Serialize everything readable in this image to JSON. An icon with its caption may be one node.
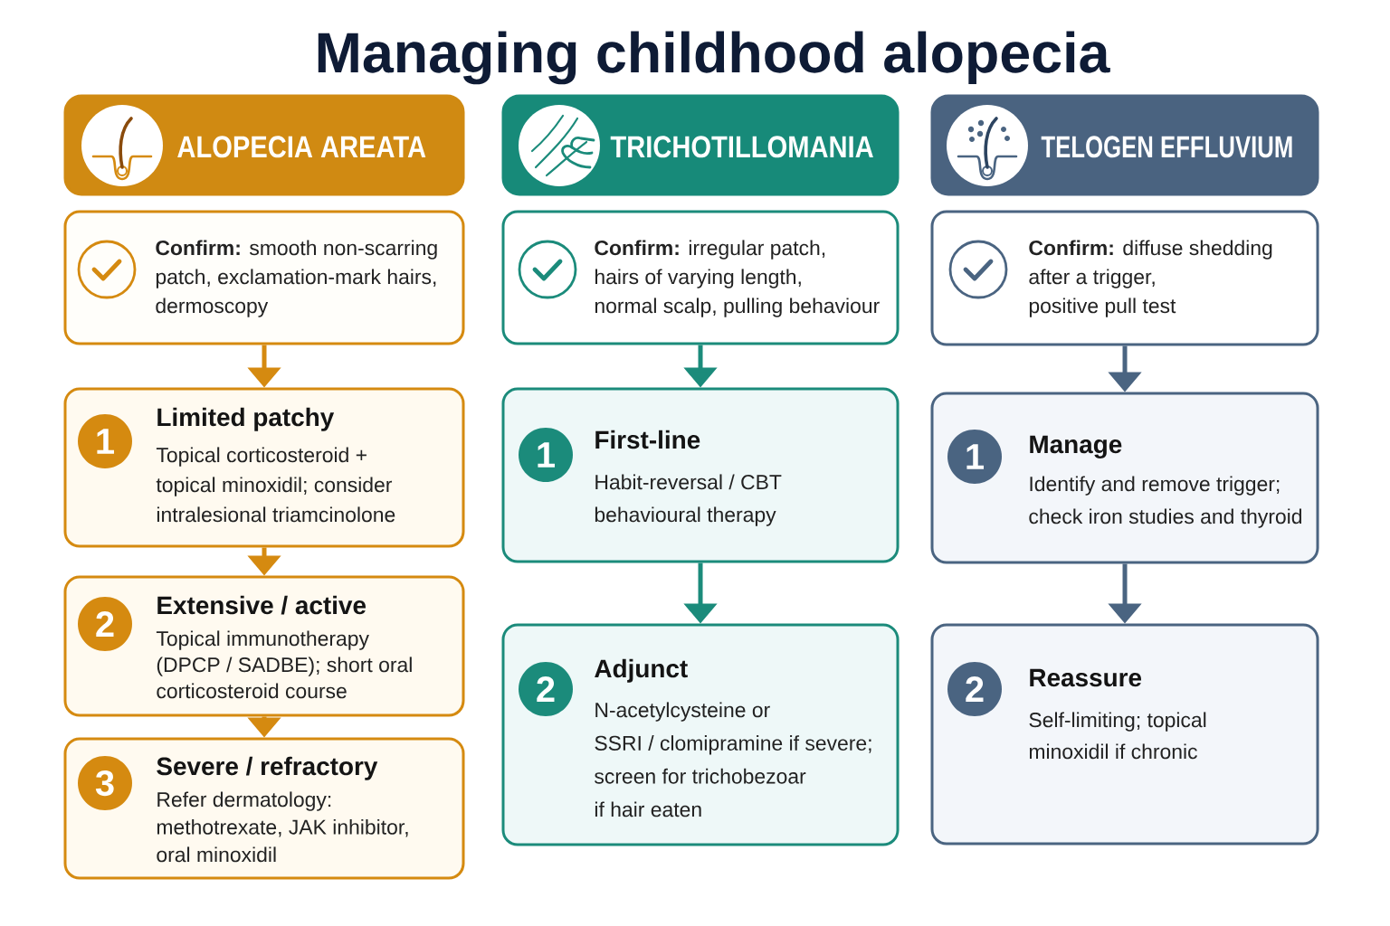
{
  "diagram": {
    "title": "Managing childhood alopecia",
    "nodes": [
      {
        "text": [
          "ALOPECIA AREATA"
        ]
      },
      {
        "text": [
          "**Confirm:** smooth non-scarring patch, exclamation-mark hairs, dermoscopy"
        ]
      },
      {
        "text": [
          "Limited patchy",
          "Topical corticosteroid + topical minoxidil; consider intralesional triamcinolone"
        ]
      },
      {
        "text": [
          "1"
        ],
        "in": 2
      },
      {
        "text": [
          "Extensive / active",
          "Topical immunotherapy (DPCP / SADBE); short oral corticosteroid course"
        ]
      },
      {
        "text": [
          "2"
        ],
        "in": 4
      },
      {
        "text": [
          "Severe / refractory",
          "Refer dermatology: methotrexate, JAK inhibitor, oral minoxidil"
        ]
      },
      {
        "text": [
          "3"
        ],
        "in": 6
      },
      {
        "text": [
          "TRICHOTILLOMANIA"
        ]
      },
      {
        "text": [
          "**Confirm:** irregular patch, hairs of varying length, normal scalp, pulling behaviour"
        ]
      },
      {
        "text": [
          "First-line",
          "Habit-reversal / CBT behavioural therapy"
        ]
      },
      {
        "text": [
          "1"
        ],
        "in": 10
      },
      {
        "text": [
          "Adjunct",
          "N-acetylcysteine or SSRI / clomipramine if severe; screen for trichobezoar if hair eaten"
        ]
      },
      {
        "text": [
          "2"
        ],
        "in": 12
      },
      {
        "text": [
          "TELOGEN EFFLUVIUM"
        ]
      },
      {
        "text": [
          "**Confirm:** diffuse shedding after a trigger, positive pull test"
        ]
      },
      {
        "text": [
          "Manage",
          "Identify and remove trigger; check iron studies and thyroid"
        ]
      },
      {
        "text": [
          "1"
        ],
        "in": 16
      },
      {
        "text": [
          "Reassure",
          "Self-limiting; topical minoxidil if chronic"
        ]
      },
      {
        "text": [
          "2"
        ],
        "in": 18
      }
    ],
    "edges": [
      {
        "from": 1,
        "to": 2,
        "arrow": "to"
      },
      {
        "from": 2,
        "to": 4,
        "arrow": "to"
      },
      {
        "from": 4,
        "to": 6,
        "arrow": "to"
      },
      {
        "from": 9,
        "to": 10,
        "arrow": "to",
        "color": "#1b8b7b"
      },
      {
        "from": 10,
        "to": 12,
        "arrow": "to",
        "color": "#1b8b7b"
      },
      {
        "from": 15,
        "to": 16,
        "arrow": "to",
        "color": "#4a6481"
      },
      {
        "from": 16,
        "to": 18,
        "arrow": "to",
        "color": "#4a6481"
      }
    ]
  }
}
